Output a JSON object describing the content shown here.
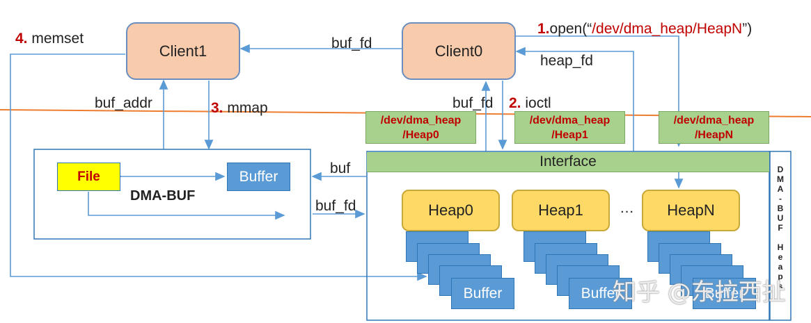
{
  "clients": {
    "client0": "Client0",
    "client1": "Client1"
  },
  "labels": {
    "buf_fd_top": "buf_fd",
    "heap_fd": "heap_fd",
    "buf_addr": "buf_addr",
    "buf_fd_mid": "buf_fd",
    "buf": "buf",
    "buf_fd_low": "buf_fd",
    "ellipsis": "…"
  },
  "steps": {
    "s1_num": "1.",
    "s1_pre": "open(“",
    "s1_path": "/dev/dma_heap/HeapN",
    "s1_post": "”)",
    "s2_num": "2.",
    "s2_text": "ioctl",
    "s3_num": "3.",
    "s3_text": "mmap",
    "s4_num": "4.",
    "s4_text": "memset"
  },
  "devnodes": [
    {
      "line1": "/dev/dma_heap",
      "line2": "/Heap0"
    },
    {
      "line1": "/dev/dma_heap",
      "line2": "/Heap1"
    },
    {
      "line1": "/dev/dma_heap",
      "line2": "/HeapN"
    }
  ],
  "interface": "Interface",
  "dmabuf": {
    "file": "File",
    "buffer": "Buffer",
    "title": "DMA-BUF"
  },
  "heaps": [
    "Heap0",
    "Heap1",
    "HeapN"
  ],
  "buffer_label": "Buffer",
  "side_label": [
    "D",
    "M",
    "A",
    "-",
    "B",
    "U",
    "F",
    "",
    "H",
    "e",
    "a",
    "p",
    "s"
  ],
  "watermark": "知乎 @东拉西扯",
  "colors": {
    "client": "#f8cbad",
    "heap": "#ffd966",
    "green": "#a9d18e",
    "blue": "#5b9bd5",
    "file": "#ffff00",
    "accent_red": "#c00000",
    "orange_line": "#ed7d31"
  }
}
